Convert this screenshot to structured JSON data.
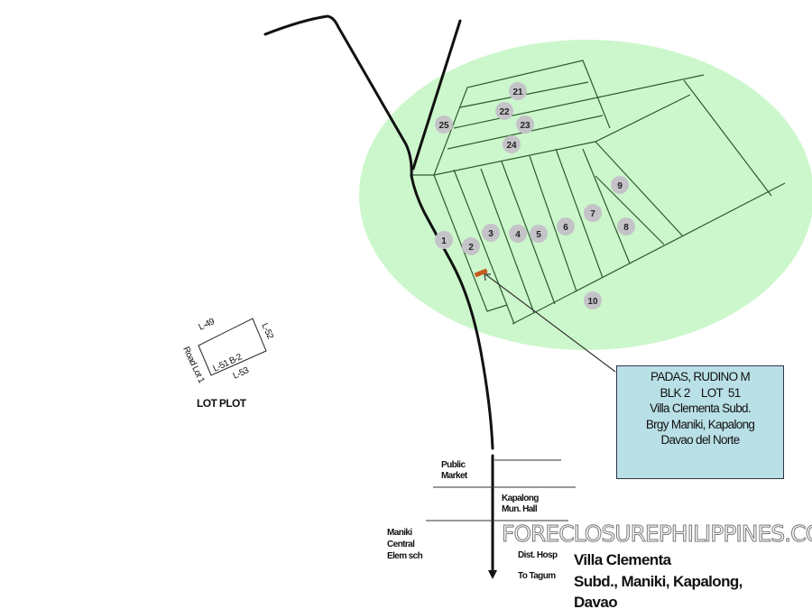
{
  "map": {
    "lot_numbers": [
      "21",
      "22",
      "23",
      "24",
      "25",
      "1",
      "2",
      "3",
      "4",
      "5",
      "6",
      "7",
      "8",
      "9",
      "10"
    ],
    "lot_plot": {
      "title": "LOT PLOT",
      "labels": {
        "top": "L-49",
        "right": "L-52",
        "bottom": "L-53",
        "inside": "L-51  B-2",
        "left": "Road Lot 1"
      }
    },
    "landmarks": {
      "public_market": [
        "Public",
        "Market"
      ],
      "municipal_hall": [
        "Kapalong",
        "Mun. Hall"
      ],
      "school": [
        "Maniki",
        "Central",
        "Elem sch"
      ],
      "hospital": "Dist. Hosp",
      "to_tagum": "To Tagum"
    },
    "location_title": [
      "Villa Clementa",
      "Subd., Maniki, Kapalong,",
      "Davao"
    ],
    "info_box": {
      "lines": [
        "PADAS, RUDINO M",
        "BLK 2    LOT  51",
        "Villa Clementa Subd.",
        "Brgy Maniki, Kapalong",
        "Davao del Norte"
      ]
    },
    "watermark": "FORECLOSUREPHILIPPINES.COM",
    "colors": {
      "area": "#ccf7cc",
      "lot_circle": "#c4c4c8",
      "marker": "#c85a1e",
      "info_bg": "#b9e0e6"
    }
  }
}
